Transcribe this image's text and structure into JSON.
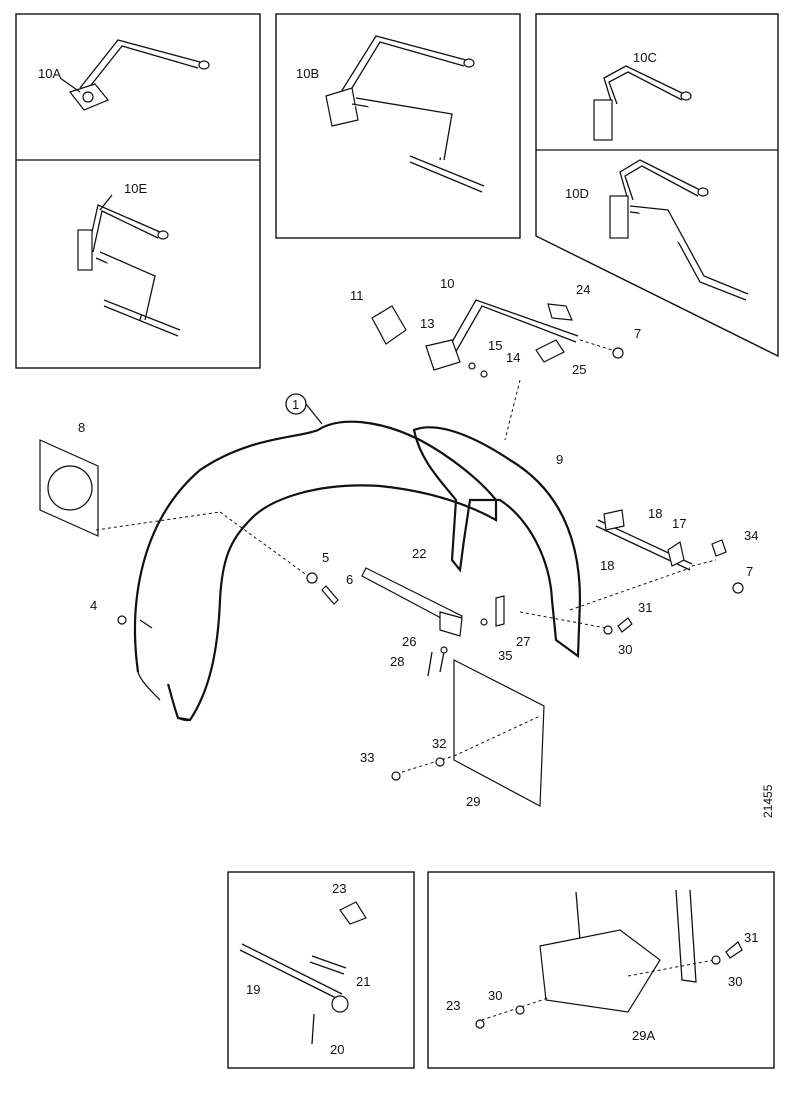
{
  "labels": {
    "p1": "1",
    "p4": "4",
    "p5": "5",
    "p6": "6",
    "p7a": "7",
    "p7b": "7",
    "p8": "8",
    "p9": "9",
    "p10": "10",
    "p10A": "10A",
    "p10B": "10B",
    "p10C": "10C",
    "p10D": "10D",
    "p10E": "10E",
    "p11": "11",
    "p13": "13",
    "p14": "14",
    "p15": "15",
    "p17": "17",
    "p18a": "18",
    "p18b": "18",
    "p19": "19",
    "p20": "20",
    "p21": "21",
    "p22": "22",
    "p23a": "23",
    "p23b": "23",
    "p24": "24",
    "p25": "25",
    "p26": "26",
    "p27": "27",
    "p28": "28",
    "p29": "29",
    "p29A": "29A",
    "p30a": "30",
    "p30b": "30",
    "p30c": "30",
    "p31a": "31",
    "p31b": "31",
    "p32": "32",
    "p33": "33",
    "p34": "34",
    "p35": "35"
  },
  "drawing_code": "21455"
}
